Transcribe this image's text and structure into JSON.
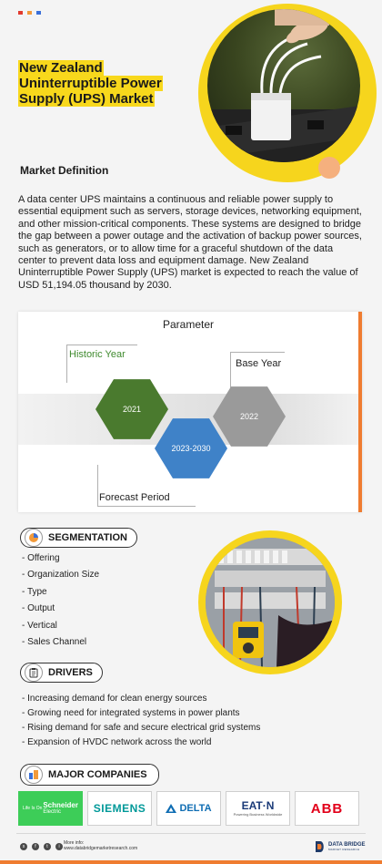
{
  "colors": {
    "accent_yellow": "#f6d51d",
    "accent_orange": "#ef7c30",
    "hex_green": "#4a7a2e",
    "hex_blue": "#3f82c8",
    "hex_grey": "#9a9a9a",
    "dot_red": "#e23b2e",
    "dot_orange": "#f29a3a",
    "dot_blue": "#3a6fd8"
  },
  "header": {
    "title": "New Zealand Uninterruptible Power Supply (UPS) Market",
    "hero_image": "power-strip-ups-photo"
  },
  "definition": {
    "heading": "Market Definition",
    "text": "A data center UPS maintains a continuous and reliable power supply to essential equipment such as servers, storage devices, networking equipment, and other mission-critical components. These systems are designed to bridge the gap between a power outage and the activation of backup power sources, such as generators, or to allow time for a graceful shutdown of the data center to prevent data loss and equipment damage. New Zealand Uninterruptible Power Supply (UPS) market is expected to reach the value of USD 51,194.05  thousand by 2030."
  },
  "parameter": {
    "title": "Parameter",
    "historic_label": "Historic Year",
    "historic_value": "2021",
    "forecast_label": "Forecast Period",
    "forecast_value": "2023-2030",
    "base_label": "Base Year",
    "base_value": "2022"
  },
  "segmentation": {
    "heading": "SEGMENTATION",
    "icon": "pie-chart-icon",
    "items": [
      "Offering",
      "Organization Size",
      "Type",
      "Output",
      "Vertical",
      "Sales Channel"
    ],
    "image": "electrical-panel-photo"
  },
  "drivers": {
    "heading": "DRIVERS",
    "icon": "clipboard-icon",
    "items": [
      "Increasing demand for clean energy sources",
      "Growing need for integrated systems in power plants",
      "Rising demand for safe and secure electrical grid systems",
      "Expansion of HVDC network across the world"
    ]
  },
  "companies": {
    "heading": "MAJOR COMPANIES",
    "icon": "buildings-icon",
    "schneider_prefix": "Life Is On",
    "schneider_name": "Schneider",
    "schneider_sub": "Electric",
    "siemens": "SIEMENS",
    "delta": "DELTA",
    "eaton": "EAT·N",
    "eaton_tag": "Powering Business Worldwide",
    "abb": "ABB"
  },
  "footer": {
    "more_info_label": "More info:",
    "more_info_url": "www.databridgemarketresearch.com",
    "brand_name": "DATA BRIDGE",
    "brand_sub": "MARKET RESEARCH",
    "social_icons": [
      "skype-icon",
      "facebook-icon",
      "twitter-icon",
      "instagram-icon"
    ]
  }
}
